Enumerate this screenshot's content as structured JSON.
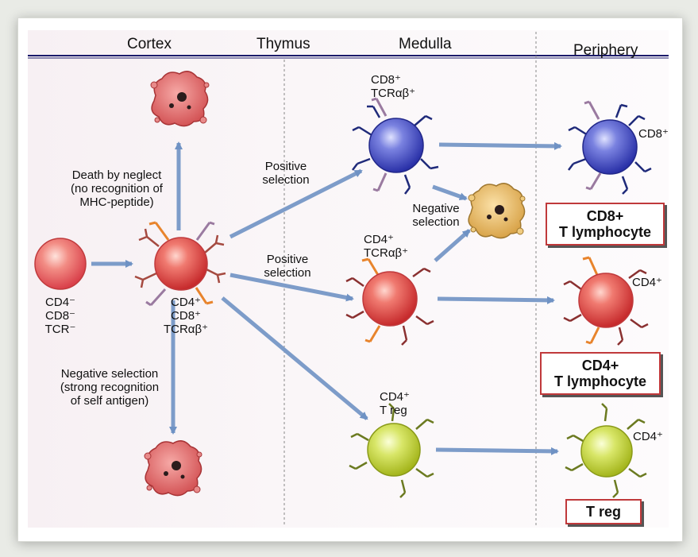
{
  "headers": {
    "cortex": "Cortex",
    "thymus": "Thymus",
    "medulla": "Medulla",
    "periphery": "Periphery"
  },
  "labels": {
    "double_negative": [
      "CD4⁻",
      "CD8⁻",
      "TCR⁻"
    ],
    "double_positive": [
      "CD4⁺",
      "CD8⁺",
      "TCRαβ⁺"
    ],
    "death_by_neglect": [
      "Death by neglect",
      "(no recognition of",
      "MHC-peptide)"
    ],
    "negative_selection_cortex": [
      "Negative selection",
      "(strong recognition",
      "of self antigen)"
    ],
    "positive_selection_1": [
      "Positive",
      "selection"
    ],
    "positive_selection_2": [
      "Positive",
      "selection"
    ],
    "negative_selection_medulla": [
      "Negative",
      "selection"
    ],
    "cd8_medulla": [
      "CD8⁺",
      "TCRαβ⁺"
    ],
    "cd4_medulla": [
      "CD4⁺",
      "TCRαβ⁺"
    ],
    "treg_medulla": [
      "CD4⁺",
      "T reg"
    ],
    "cd8_periphery": "CD8⁺",
    "cd4_periphery": "CD4⁺",
    "treg_periphery": "CD4⁺"
  },
  "boxes": {
    "cd8": [
      "CD8+",
      "T lymphocyte"
    ],
    "cd4": [
      "CD4+",
      "T lymphocyte"
    ],
    "treg": "T reg"
  },
  "colors": {
    "red_cell": "#d9393a",
    "blue_cell": "#3540b8",
    "green_cell": "#b7c92e",
    "apoptotic_red": "#d9595a",
    "apoptotic_tan": "#e2b55e",
    "arrow": "#7d9cc9",
    "box_border": "#c0393b"
  }
}
